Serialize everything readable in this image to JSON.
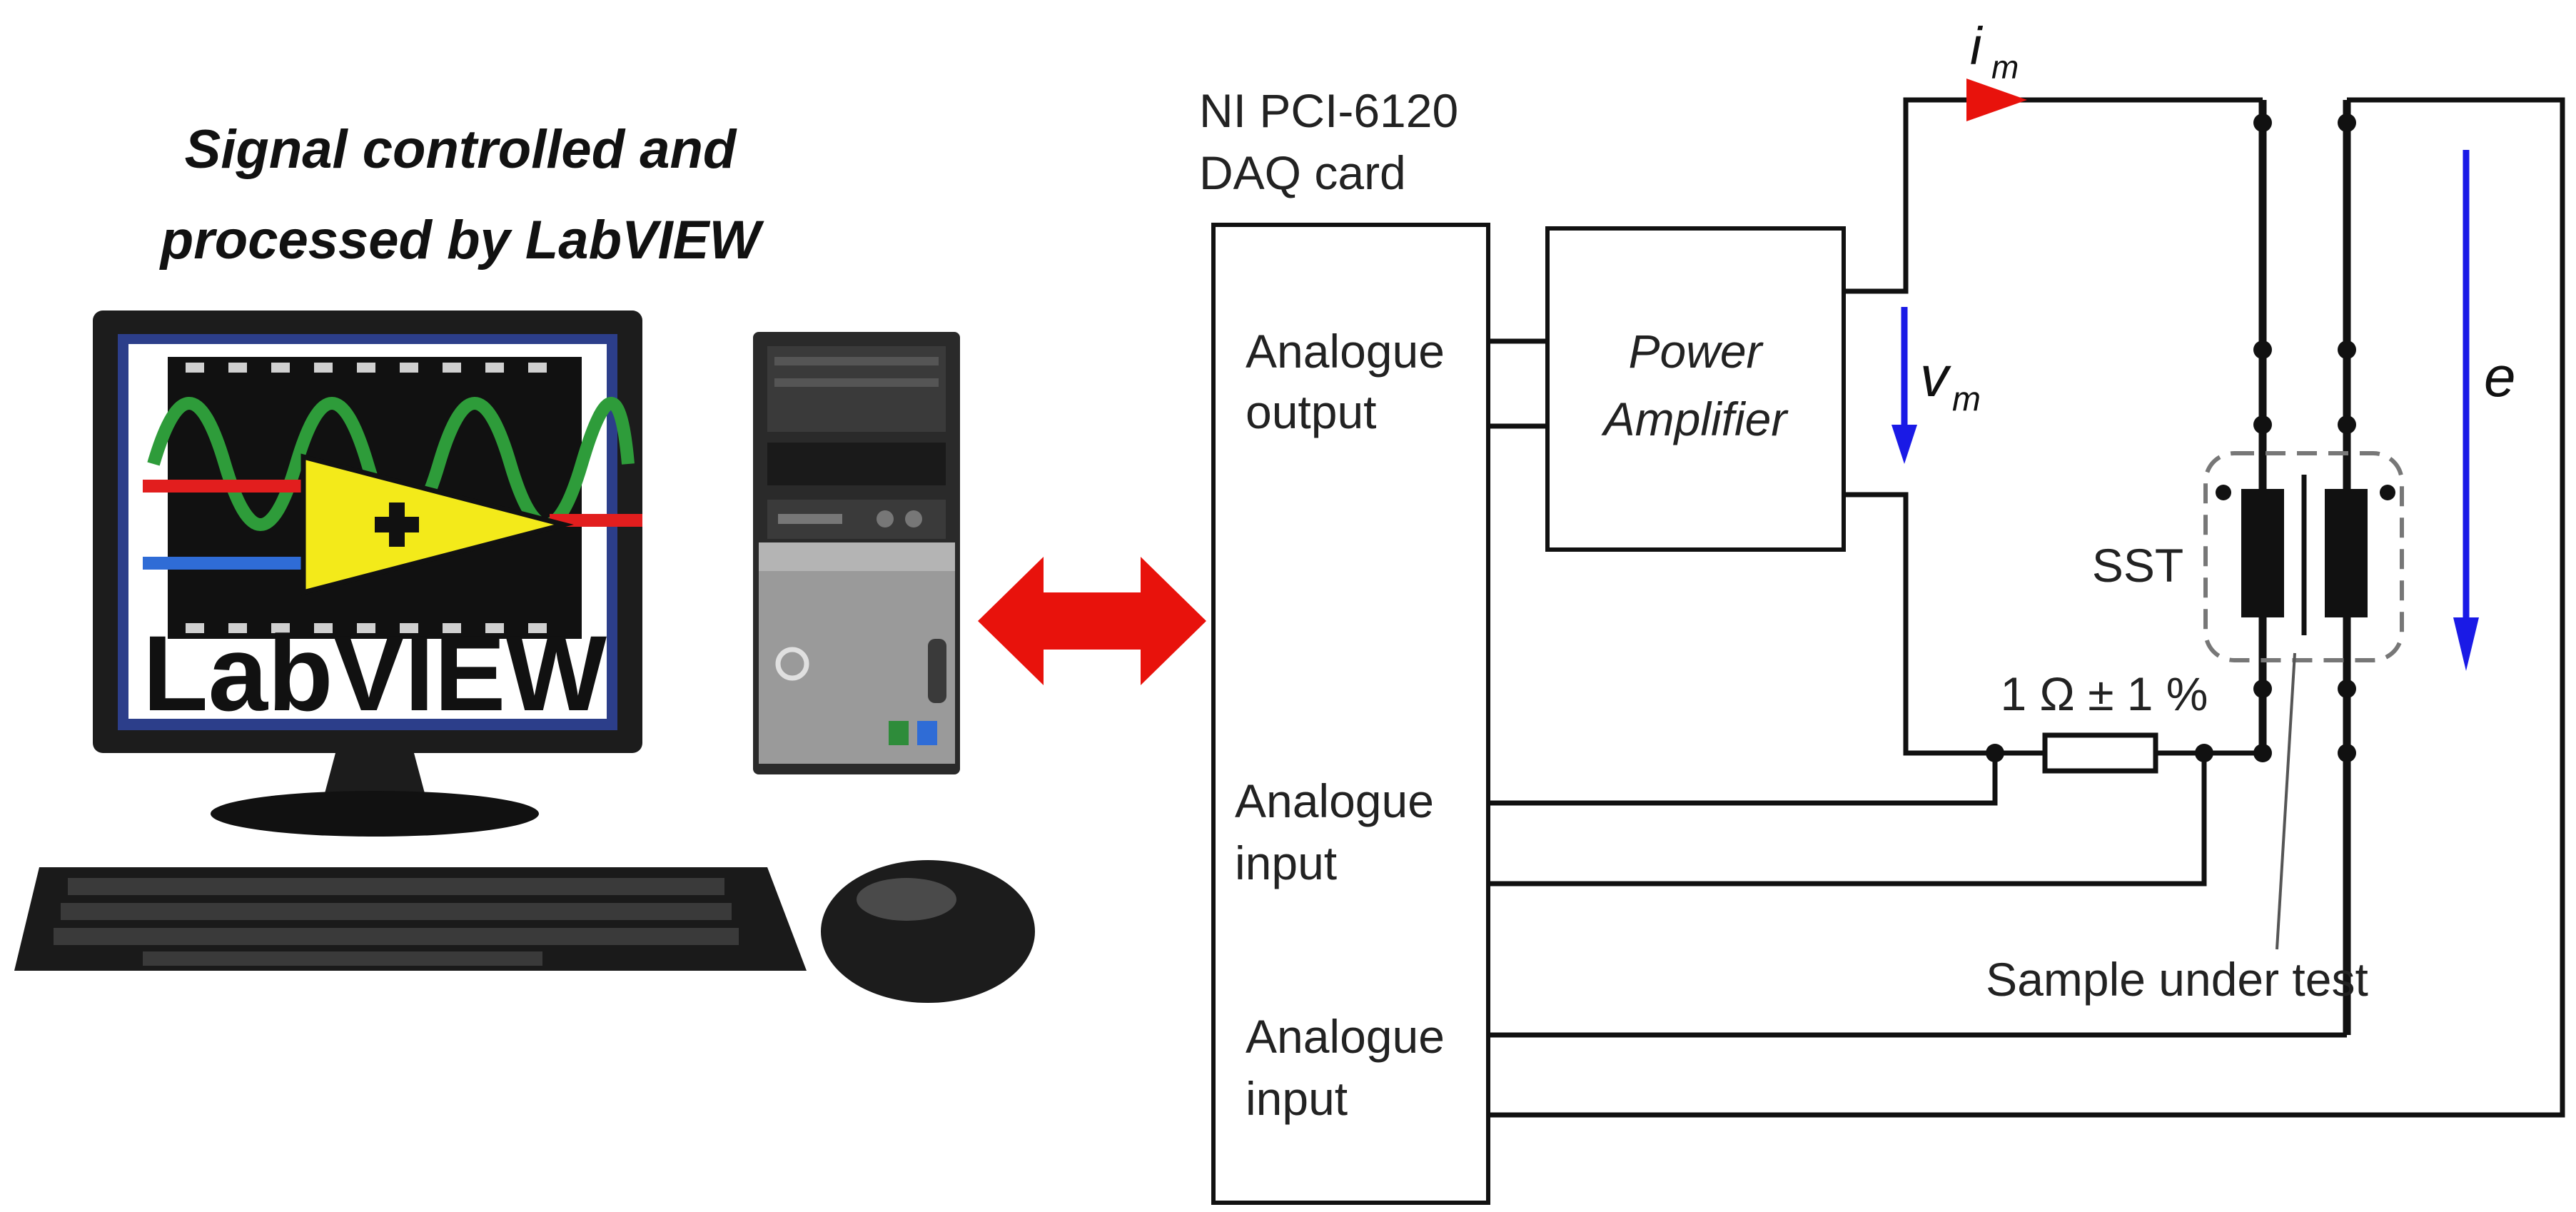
{
  "heading": {
    "line1": "Signal controlled and",
    "line2": "processed by LabVIEW"
  },
  "computer": {
    "logo_text": "LabVIEW"
  },
  "daq": {
    "title_line1": "NI PCI-6120",
    "title_line2": "DAQ card",
    "output_line1": "Analogue",
    "output_line2": "output",
    "input1_line1": "Analogue",
    "input1_line2": "input",
    "input2_line1": "Analogue",
    "input2_line2": "input"
  },
  "amplifier": {
    "line1": "Power",
    "line2": "Amplifier"
  },
  "symbols": {
    "current_base": "i",
    "current_sub": "m",
    "voltage_base": "v",
    "voltage_sub": "m",
    "emf": "e"
  },
  "resistor_label": "1 Ω ± 1 %",
  "transformer_label": "SST",
  "sample_label": "Sample under test",
  "colors": {
    "arrow_red": "#e8120c",
    "arrow_blue": "#1a1ae6",
    "wire": "#111111",
    "monitor_frame": "#1c1c1c",
    "labview_yellow": "#f3ea1a",
    "labview_green": "#2e9c3a"
  }
}
